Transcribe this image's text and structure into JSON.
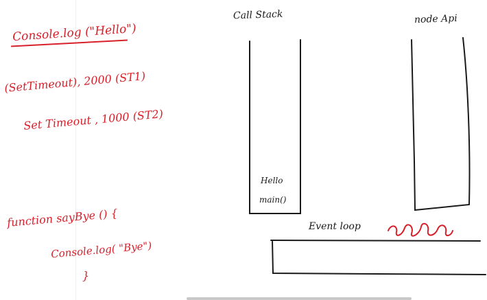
{
  "code": {
    "console_log": "Console.log (\"Hello\")",
    "set_timeout_1": "(SetTimeout), 2000 (ST1)",
    "set_timeout_2": "Set Timeout , 1000 (ST2)",
    "function_decl": "function sayBye () {",
    "function_body": "Console.log( \"Bye\")",
    "function_close": "}"
  },
  "diagram": {
    "call_stack_title": "Call Stack",
    "node_api_title": "node Api",
    "event_loop_label": "Event loop",
    "stack_items": [
      "Hello",
      "main()"
    ]
  },
  "colors": {
    "ink_red": "#d8202a",
    "ink_black": "#1a1a1a"
  }
}
